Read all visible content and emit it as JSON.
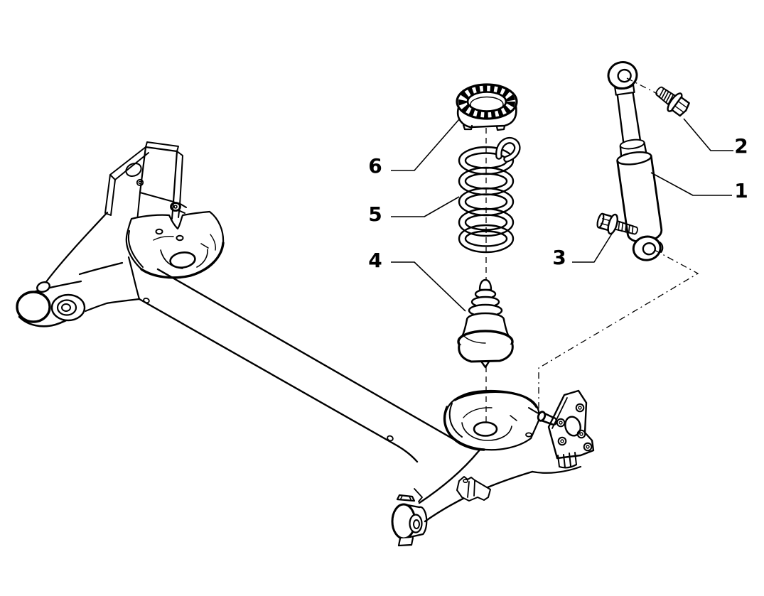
{
  "diagram": {
    "background_color": "#ffffff",
    "line_color": "#000000",
    "callouts": [
      {
        "label": "1",
        "part": "shock-absorber"
      },
      {
        "label": "2",
        "part": "shock-upper-mount-bolt"
      },
      {
        "label": "3",
        "part": "shock-lower-mount-bolt"
      },
      {
        "label": "4",
        "part": "bump-stop"
      },
      {
        "label": "5",
        "part": "coil-spring"
      },
      {
        "label": "6",
        "part": "spring-seat-pad"
      }
    ]
  }
}
